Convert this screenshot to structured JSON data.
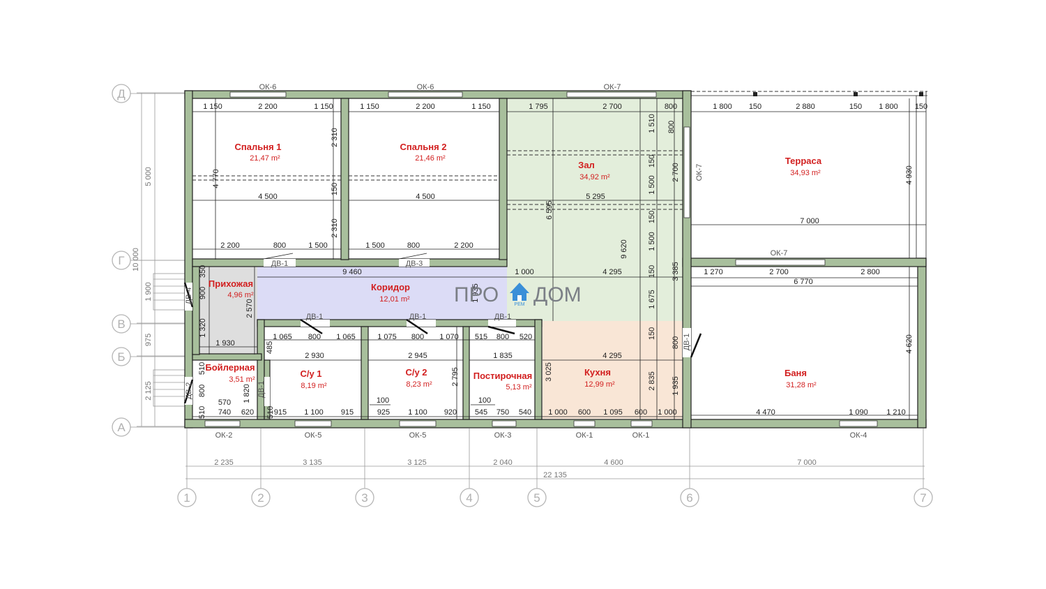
{
  "colors": {
    "wall": "#a8bf9c",
    "zal": "#e3eedb",
    "corridor": "#dcdcf6",
    "prihozhaya": "#dedede",
    "kitchen": "#f9e6d6",
    "room_text": "#d21f1f",
    "logo_accent": "#3a8fd8"
  },
  "rooms": [
    {
      "name": "Спальня 1",
      "area": "21,47 m²"
    },
    {
      "name": "Спальня 2",
      "area": "21,46 m²"
    },
    {
      "name": "Зал",
      "area": "34,92 m²"
    },
    {
      "name": "Терраса",
      "area": "34,93 m²"
    },
    {
      "name": "Прихожая",
      "area": "4,96 m²"
    },
    {
      "name": "Коридор",
      "area": "12,01 m²"
    },
    {
      "name": "Бойлерная",
      "area": "3,51 m²"
    },
    {
      "name": "С/у 1",
      "area": "8,19 m²"
    },
    {
      "name": "С/у 2",
      "area": "8,23 m²"
    },
    {
      "name": "Постирочная",
      "area": "5,13 m²"
    },
    {
      "name": "Кухня",
      "area": "12,99 m²"
    },
    {
      "name": "Баня",
      "area": "31,28 m²"
    }
  ],
  "axes_letters": [
    "Д",
    "Г",
    "В",
    "Б",
    "А"
  ],
  "axes_numbers": [
    "1",
    "2",
    "3",
    "4",
    "5",
    "6",
    "7"
  ],
  "windows": [
    "ОК-6",
    "ОК-6",
    "ОК-7",
    "ОК-7",
    "ОК-7",
    "ОК-2",
    "ОК-5",
    "ОК-5",
    "ОК-3",
    "ОК-1",
    "ОК-1",
    "ОК-4"
  ],
  "doors": [
    "ДВ-1",
    "ДВ-3",
    "ДВ-4",
    "ДВ-1",
    "ДВ-1",
    "ДВ-1",
    "ДВ-2",
    "ДВ-1",
    "ДВ-1"
  ],
  "dims_bottom": [
    "2 235",
    "3 135",
    "3 125",
    "2 040",
    "4 600",
    "7 000"
  ],
  "dim_total": "22 135",
  "dims_left": [
    "5 000",
    "1 900",
    "975",
    "2 125"
  ],
  "dim_left_total": "10 000",
  "dims_top": [
    "1 150",
    "2 200",
    "1 150",
    "1 150",
    "2 200",
    "1 150",
    "1 795",
    "2 700",
    "800",
    "1 800",
    "150",
    "2 880",
    "150",
    "1 800",
    "150"
  ],
  "dims_row_r": [
    "2 200",
    "800",
    "1 500",
    "1 500",
    "800",
    "2 200"
  ],
  "dims_v": [
    "2 310",
    "150",
    "2 310",
    "4 770",
    "1 510",
    "800",
    "150",
    "1 500",
    "150",
    "1 500",
    "150",
    "1 675",
    "150",
    "800",
    "1 935",
    "2 700",
    "3 385",
    "6 595",
    "9 620",
    "4 930",
    "4 620"
  ],
  "dims_inner": [
    "4 500",
    "4 500",
    "5 295",
    "7 000",
    "9 460",
    "1 000",
    "4 295",
    "1 270",
    "2 700",
    "2 800",
    "6 770",
    "350",
    "900",
    "2 570",
    "1 320",
    "1 935",
    "1 930",
    "4 295",
    "1 835",
    "3 025",
    "2 835",
    "2 795"
  ],
  "dims_wc_top": [
    "1 065",
    "800",
    "1 065",
    "1 075",
    "800",
    "1 070",
    "515",
    "800",
    "520",
    "2 930",
    "2 945",
    "485"
  ],
  "dims_boiler": [
    "510",
    "800",
    "510",
    "570",
    "1 820",
    "510"
  ],
  "dims_bottom_row": [
    "740",
    "620",
    "915",
    "1 100",
    "915",
    "925",
    "1 100",
    "920",
    "545",
    "750",
    "540",
    "1 000",
    "600",
    "1 095",
    "600",
    "1 000",
    "4 470",
    "1 090",
    "1 210",
    "100",
    "100"
  ],
  "logo": {
    "left": "ПРО",
    "right": "ДОМ",
    "sub": "РЕМ"
  }
}
